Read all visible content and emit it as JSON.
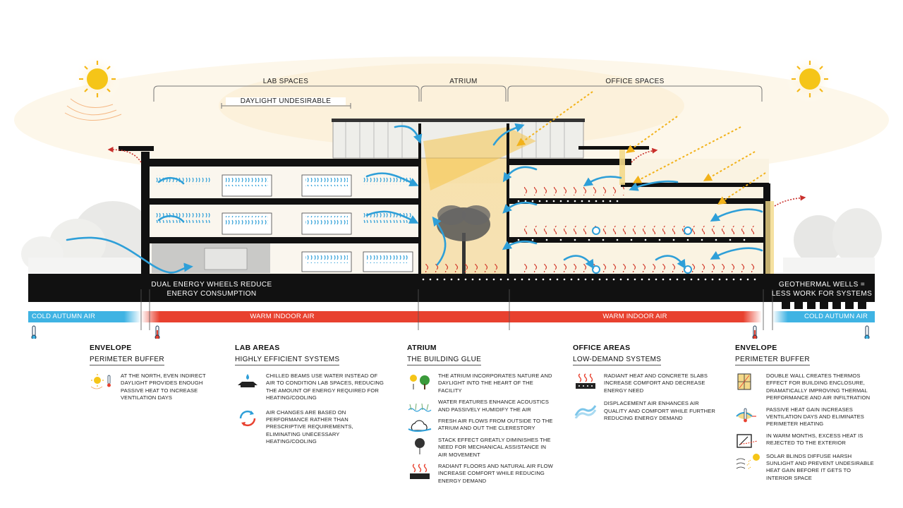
{
  "zones": {
    "lab_spaces": "LAB SPACES",
    "daylight_undesirable": "DAYLIGHT UNDESIRABLE",
    "atrium": "ATRIUM",
    "office_spaces": "OFFICE SPACES"
  },
  "ground": {
    "left": "DUAL ENERGY WHEELS REDUCE\nENERGY CONSUMPTION",
    "right": "GEOTHERMAL WELLS =\nLESS WORK FOR SYSTEMS"
  },
  "bands": {
    "cold_left": "COLD AUTUMN AIR",
    "warm_left": "WARM INDOOR AIR",
    "warm_right": "WARM INDOOR AIR",
    "cold_right": "COLD AUTUMN AIR"
  },
  "colors": {
    "cold": "#3fb3e3",
    "warm": "#e8412f",
    "air_arrow": "#2e9fd8",
    "sun": "#f5c518",
    "warm_glow": "#f7e3b0",
    "ground": "#111111"
  },
  "legend": [
    {
      "title": "ENVELOPE",
      "subtitle": "PERIMETER BUFFER",
      "items": [
        {
          "icon": "sun-thermometer-icon",
          "text": "AT THE NORTH, EVEN INDIRECT DAYLIGHT PROVIDES ENOUGH PASSIVE HEAT TO INCREASE VENTILATION DAYS"
        }
      ]
    },
    {
      "title": "LAB AREAS",
      "subtitle": "HIGHLY EFFICIENT SYSTEMS",
      "items": [
        {
          "icon": "chilled-beam-icon",
          "text": "CHILLED BEAMS USE WATER INSTEAD OF AIR TO CONDITION LAB SPACES, REDUCING THE AMOUNT OF ENERGY REQUIRED FOR HEATING/COOLING"
        },
        {
          "icon": "air-change-icon",
          "text": "AIR CHANGES ARE BASED ON PERFORMANCE RATHER THAN PRESCRIPTIVE REQUIREMENTS, ELIMINATING UNECESSARY HEATING/COOLING"
        }
      ]
    },
    {
      "title": "ATRIUM",
      "subtitle": "THE BUILDING GLUE",
      "items": [
        {
          "icon": "sun-tree-icon",
          "text": "THE ATRIUM INCORPORATES NATURE AND DAYLIGHT INTO THE HEART OF THE FACILITY"
        },
        {
          "icon": "water-feature-icon",
          "text": "WATER FEATURES ENHANCE ACOUSTICS AND PASSIVELY HUMIDIFY THE AIR"
        },
        {
          "icon": "fresh-air-icon",
          "text": "FRESH AIR FLOWS FROM OUTSIDE TO THE ATRIUM AND OUT THE CLERESTORY"
        },
        {
          "icon": "stack-effect-icon",
          "text": "STACK EFFECT GREATLY DIMINISHES THE NEED FOR MECHANICAL ASSISTANCE IN AIR MOVEMENT"
        },
        {
          "icon": "radiant-floor-icon",
          "text": "RADIANT FLOORS AND NATURAL AIR FLOW INCREASE COMFORT WHILE REDUCING ENERGY DEMAND"
        }
      ]
    },
    {
      "title": "OFFICE AREAS",
      "subtitle": "LOW-DEMAND SYSTEMS",
      "items": [
        {
          "icon": "radiant-slab-icon",
          "text": "RADIANT HEAT AND CONCRETE SLABS INCREASE COMFORT AND DECREASE ENERGY NEED"
        },
        {
          "icon": "displacement-air-icon",
          "text": "DISPLACEMENT AIR ENHANCES AIR QUALITY AND COMFORT WHILE FURTHER REDUCING ENERGY DEMAND"
        }
      ]
    },
    {
      "title": "ENVELOPE",
      "subtitle": "PERIMETER BUFFER",
      "items": [
        {
          "icon": "double-wall-icon",
          "text": "DOUBLE WALL CREATES THERMOS EFFECT FOR BUILDING ENCLOSURE, DRAMATICALLY IMPROVING THERMAL PERFORMANCE AND AIR INFILTRATION"
        },
        {
          "icon": "passive-heat-icon",
          "text": "PASSIVE HEAT GAIN INCREASES VENTILATION DAYS AND ELIMINATES PERIMETER HEATING"
        },
        {
          "icon": "heat-reject-icon",
          "text": "IN WARM MONTHS, EXCESS HEAT IS REJECTED TO THE EXTERIOR"
        },
        {
          "icon": "solar-blinds-icon",
          "text": "SOLAR BLINDS DIFFUSE HARSH SUNLIGHT AND PREVENT UNDESIRABLE HEAT GAIN BEFORE IT GETS TO INTERIOR SPACE"
        }
      ]
    }
  ]
}
